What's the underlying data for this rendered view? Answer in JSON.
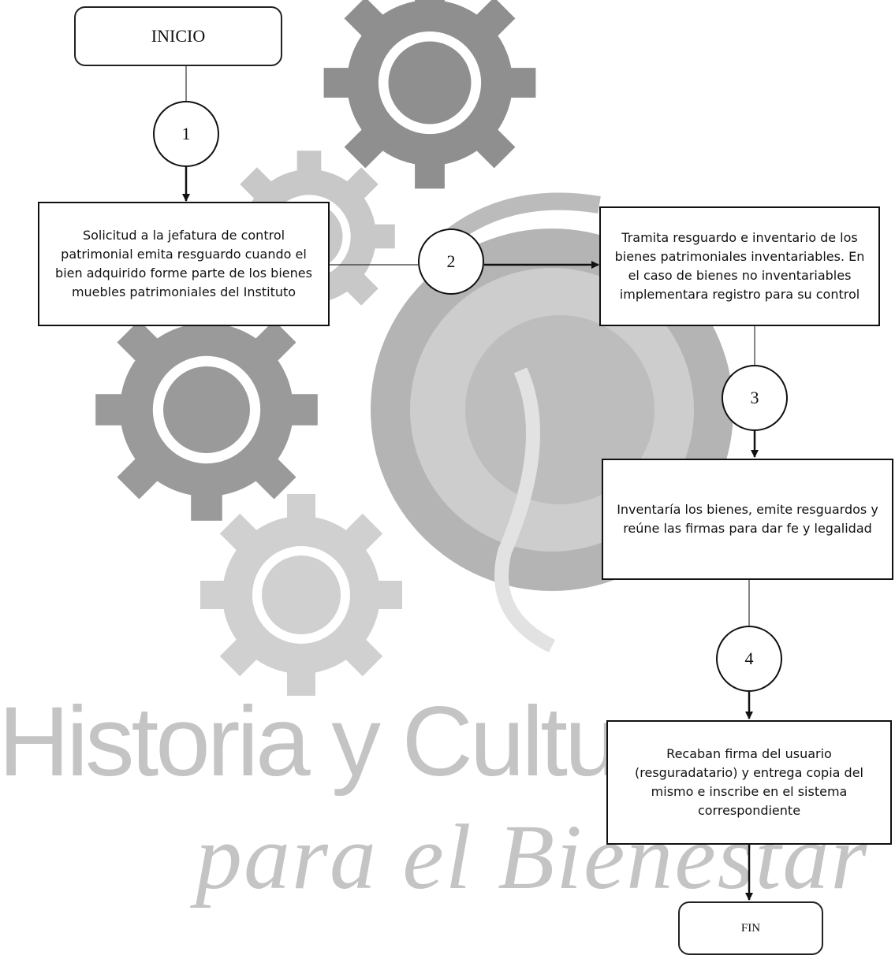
{
  "diagram": {
    "start_label": "INICIO",
    "end_label": "FIN",
    "connectors": [
      "1",
      "2",
      "3",
      "4"
    ],
    "steps": [
      "Solicitud a la jefatura de control patrimonial emita resguardo cuando el bien adquirido forme parte de los bienes muebles patrimoniales del Instituto",
      "Tramita resguardo e inventario de los bienes patrimoniales inventariables. En el caso de bienes no inventariables implementara registro para su control",
      "Inventaría los bienes, emite resguardos y reúne las firmas para dar fe y legalidad",
      "Recaban firma del usuario (resguradatario) y entrega copia del mismo e inscribe en el sistema correspondiente"
    ]
  },
  "watermark": {
    "line1": "Historia y Cultu",
    "line2": "para el Bienestar"
  }
}
